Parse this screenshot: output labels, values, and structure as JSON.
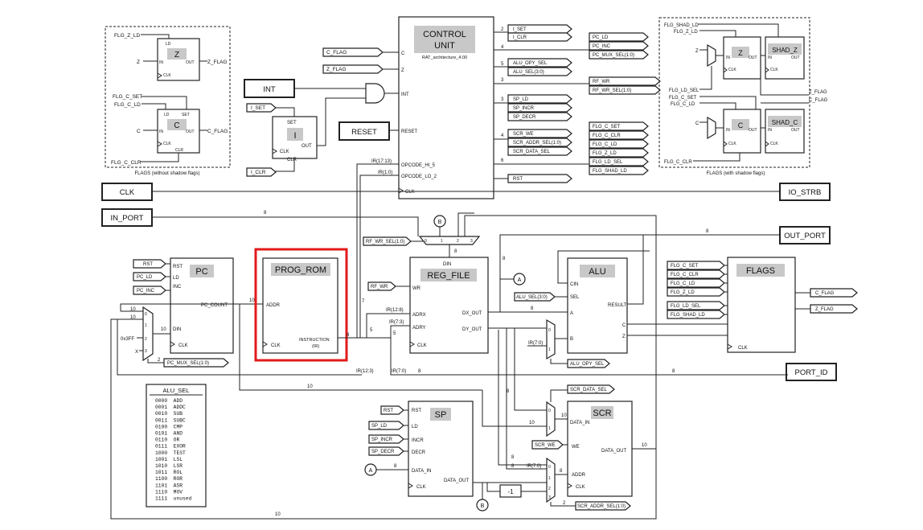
{
  "control_unit": {
    "title1": "CONTROL",
    "title2": "UNIT",
    "subtitle": "RAT_architecture_4.00",
    "in_c": "C",
    "in_z": "Z",
    "in_int": "INT",
    "in_reset": "RESET",
    "in_hi": "OPCODE_HI_5",
    "in_lo": "OPCODE_LO_2",
    "in_clk": "CLK"
  },
  "cu_outputs_left": [
    "I_SET",
    "I_CLR",
    "PC_LD",
    "PC_INC",
    "PC_MUX_SEL(1:0)",
    "ALU_OPY_SEL",
    "ALU_SEL(3:0)",
    "RF_WR",
    "RF_WR_SEL(1:0)",
    "SP_LD",
    "SP_INCR",
    "SP_DECR",
    "SCR_WE",
    "SCR_ADDR_SEL(1:0)",
    "SCR_DATA_SEL",
    "RST"
  ],
  "cu_outputs_right": [
    "FLG_C_SET",
    "FLG_C_CLR",
    "FLG_C_LD",
    "FLG_Z_LD",
    "FLG_LD_SEL",
    "FLG_SHAD_LD"
  ],
  "ports": {
    "clk": "CLK",
    "in_port": "IN_PORT",
    "io_strb": "IO_STRB",
    "out_port": "OUT_PORT",
    "port_id": "PORT_ID",
    "int": "INT",
    "reset": "RESET"
  },
  "flags_no_shadow": {
    "caption": "FLAGS (without shadow flags)",
    "z": {
      "title": "Z",
      "in_ld": "FLG_Z_LD",
      "in": "Z",
      "out": "Z_FLAG"
    },
    "c": {
      "title": "C",
      "in_set": "FLG_C_SET",
      "in_ld": "FLG_C_LD",
      "in": "C",
      "out": "C_FLAG",
      "in_clr": "FLG_C_CLR"
    }
  },
  "flags_shadow": {
    "caption": "FLAGS (with shadow flags)",
    "z": "Z",
    "shad_z": "SHAD_Z",
    "c": "C",
    "shad_c": "SHAD_C",
    "inputs": [
      "FLG_SHAD_LD",
      "FLG_Z_LD",
      "FLG_LD_SEL",
      "FLG_C_SET",
      "FLG_C_LD",
      "FLG_C_CLR"
    ],
    "outputs": [
      "Z_FLAG",
      "C_FLAG"
    ]
  },
  "interrupt": {
    "title": "I",
    "set": "SET",
    "clr": "CLR",
    "out": "OUT",
    "clk": "CLK",
    "i_set": "I_SET",
    "i_clr": "I_CLR"
  },
  "pc": {
    "title": "PC",
    "rst": "RST",
    "ld": "LD",
    "inc": "INC",
    "din": "DIN",
    "out": "PC_COUNT",
    "clk": "CLK",
    "mux_sel": "PC_MUX_SEL(1:0)",
    "const": "0x3FF",
    "x": "X"
  },
  "prog_rom": {
    "title": "PROG_ROM",
    "addr": "ADDR",
    "clk": "CLK",
    "instr1": "INSTRUCTION",
    "instr2": "(IR)"
  },
  "reg_file": {
    "title": "REG_FILE",
    "wr": "WR",
    "adrx": "ADRX",
    "adry": "ADRY",
    "dx": "DX_OUT",
    "dy": "DY_OUT",
    "din": "DIN",
    "clk": "CLK",
    "wr_sel": "RF_WR_SEL(1:0)",
    "rf_wr": "RF_WR"
  },
  "alu": {
    "title": "ALU",
    "cin": "CIN",
    "sel": "SEL",
    "a": "A",
    "b": "B",
    "result": "RESULT",
    "c": "C",
    "z": "Z",
    "alu_sel": "ALU_SEL(3:0)",
    "opy_sel": "ALU_OPY_SEL"
  },
  "flags": {
    "title": "FLAGS",
    "clk": "CLK",
    "inputs": [
      "FLG_C_SET",
      "FLG_C_CLR",
      "FLG_C_LD",
      "FLG_Z_LD",
      "FLG_LD_SEL",
      "FLG_SHAD_LD"
    ],
    "outputs": [
      "C_FLAG",
      "Z_FLAG"
    ]
  },
  "sp": {
    "title": "SP",
    "rst": "RST",
    "ld": "LD",
    "incr": "INCR",
    "decr": "DECR",
    "data_in": "DATA_IN",
    "data_out": "DATA_OUT",
    "clk": "CLK",
    "in_labels": [
      "RST",
      "SP_LD",
      "SP_INCR",
      "SP_DECR"
    ]
  },
  "scr": {
    "title": "SCR",
    "data_in": "DATA_IN",
    "we": "WE",
    "addr": "ADDR",
    "data_out": "DATA_OUT",
    "clk": "CLK",
    "data_sel": "SCR_DATA_SEL",
    "scr_we": "SCR_WE",
    "addr_sel": "SCR_ADDR_SEL(1:0)",
    "minus1": "-1"
  },
  "alu_sel_table": {
    "title": "ALU_SEL",
    "rows": [
      "0000  ADD",
      "0001  ADDC",
      "0010  SUB",
      "0011  SUBC",
      "0100  CMP",
      "0101  AND",
      "0110  OR",
      "0111  EXOR",
      "1000  TEST",
      "1001  LSL",
      "1010  LSR",
      "1011  ROL",
      "1100  ROR",
      "1101  ASR",
      "1110  MOV",
      "1111  unused"
    ]
  },
  "bus_labels": {
    "ir17_13": "IR(17:13)",
    "ir1_0": "IR(1:0)",
    "ir12_8": "IR(12:8)",
    "ir7_3": "IR(7:3)",
    "ir12_3": "IR(12:3)",
    "ir7_0": "IR(7:0)",
    "n8": "8",
    "n10": "10",
    "n5": "5",
    "n7": "7",
    "n2": "2",
    "n4": "4",
    "n3": "3",
    "n6": "6",
    "n1": "1",
    "n0": "0"
  },
  "connectors": {
    "a": "A",
    "b": "B"
  },
  "highlight_color": "#e21b1b"
}
